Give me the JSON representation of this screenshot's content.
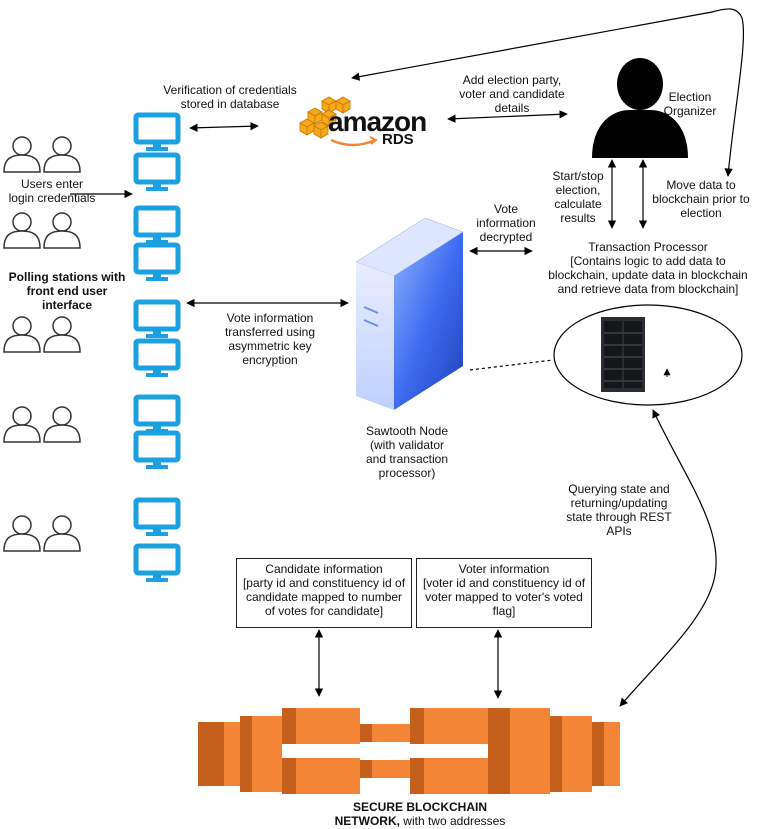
{
  "labels": {
    "verification": "Verification of credentials\nstored in database",
    "add_election": "Add election party,\nvoter and candidate\ndetails",
    "election_organizer": "Election\nOrganizer",
    "users_enter": "Users enter\nlogin credentials",
    "polling_stations": "Polling stations with\nfront end user\ninterface",
    "start_stop": "Start/stop\nelection,\ncalculate\nresults",
    "move_data": "Move data to\nblockchain prior to\nelection",
    "vote_decrypted": "Vote\ninformation\ndecrypted",
    "transaction_processor": "Transaction Processor\n[Contains logic to add data to\nblockchain, update data in blockchain\nand retrieve data from blockchain]",
    "vote_transferred": "Vote information\ntransferred using\nasymmetric key\nencryption",
    "sawtooth_node": "Sawtooth Node\n(with validator\nand transaction\nprocessor)",
    "querying_state": "Querying state and\nreturning/updating\nstate through REST\nAPIs",
    "candidate_info": "Candidate information\n[party id and constituency id of\ncandidate mapped to number\nof votes for candidate]",
    "voter_info": "Voter information\n[voter id and constituency id of\nvoter mapped to voter's voted\nflag]",
    "secure_blockchain_bold": "SECURE BLOCKCHAIN\nNETWORK,",
    "secure_blockchain_rest": " with two addresses"
  },
  "logo": {
    "amazon_word": "amazon",
    "rds_word": "RDS"
  },
  "colors": {
    "monitor": "#1BA1E2",
    "aws_orange": "#F58536",
    "aws_orange_dark": "#B85A1A",
    "server_blue": "#2D5BE3"
  }
}
